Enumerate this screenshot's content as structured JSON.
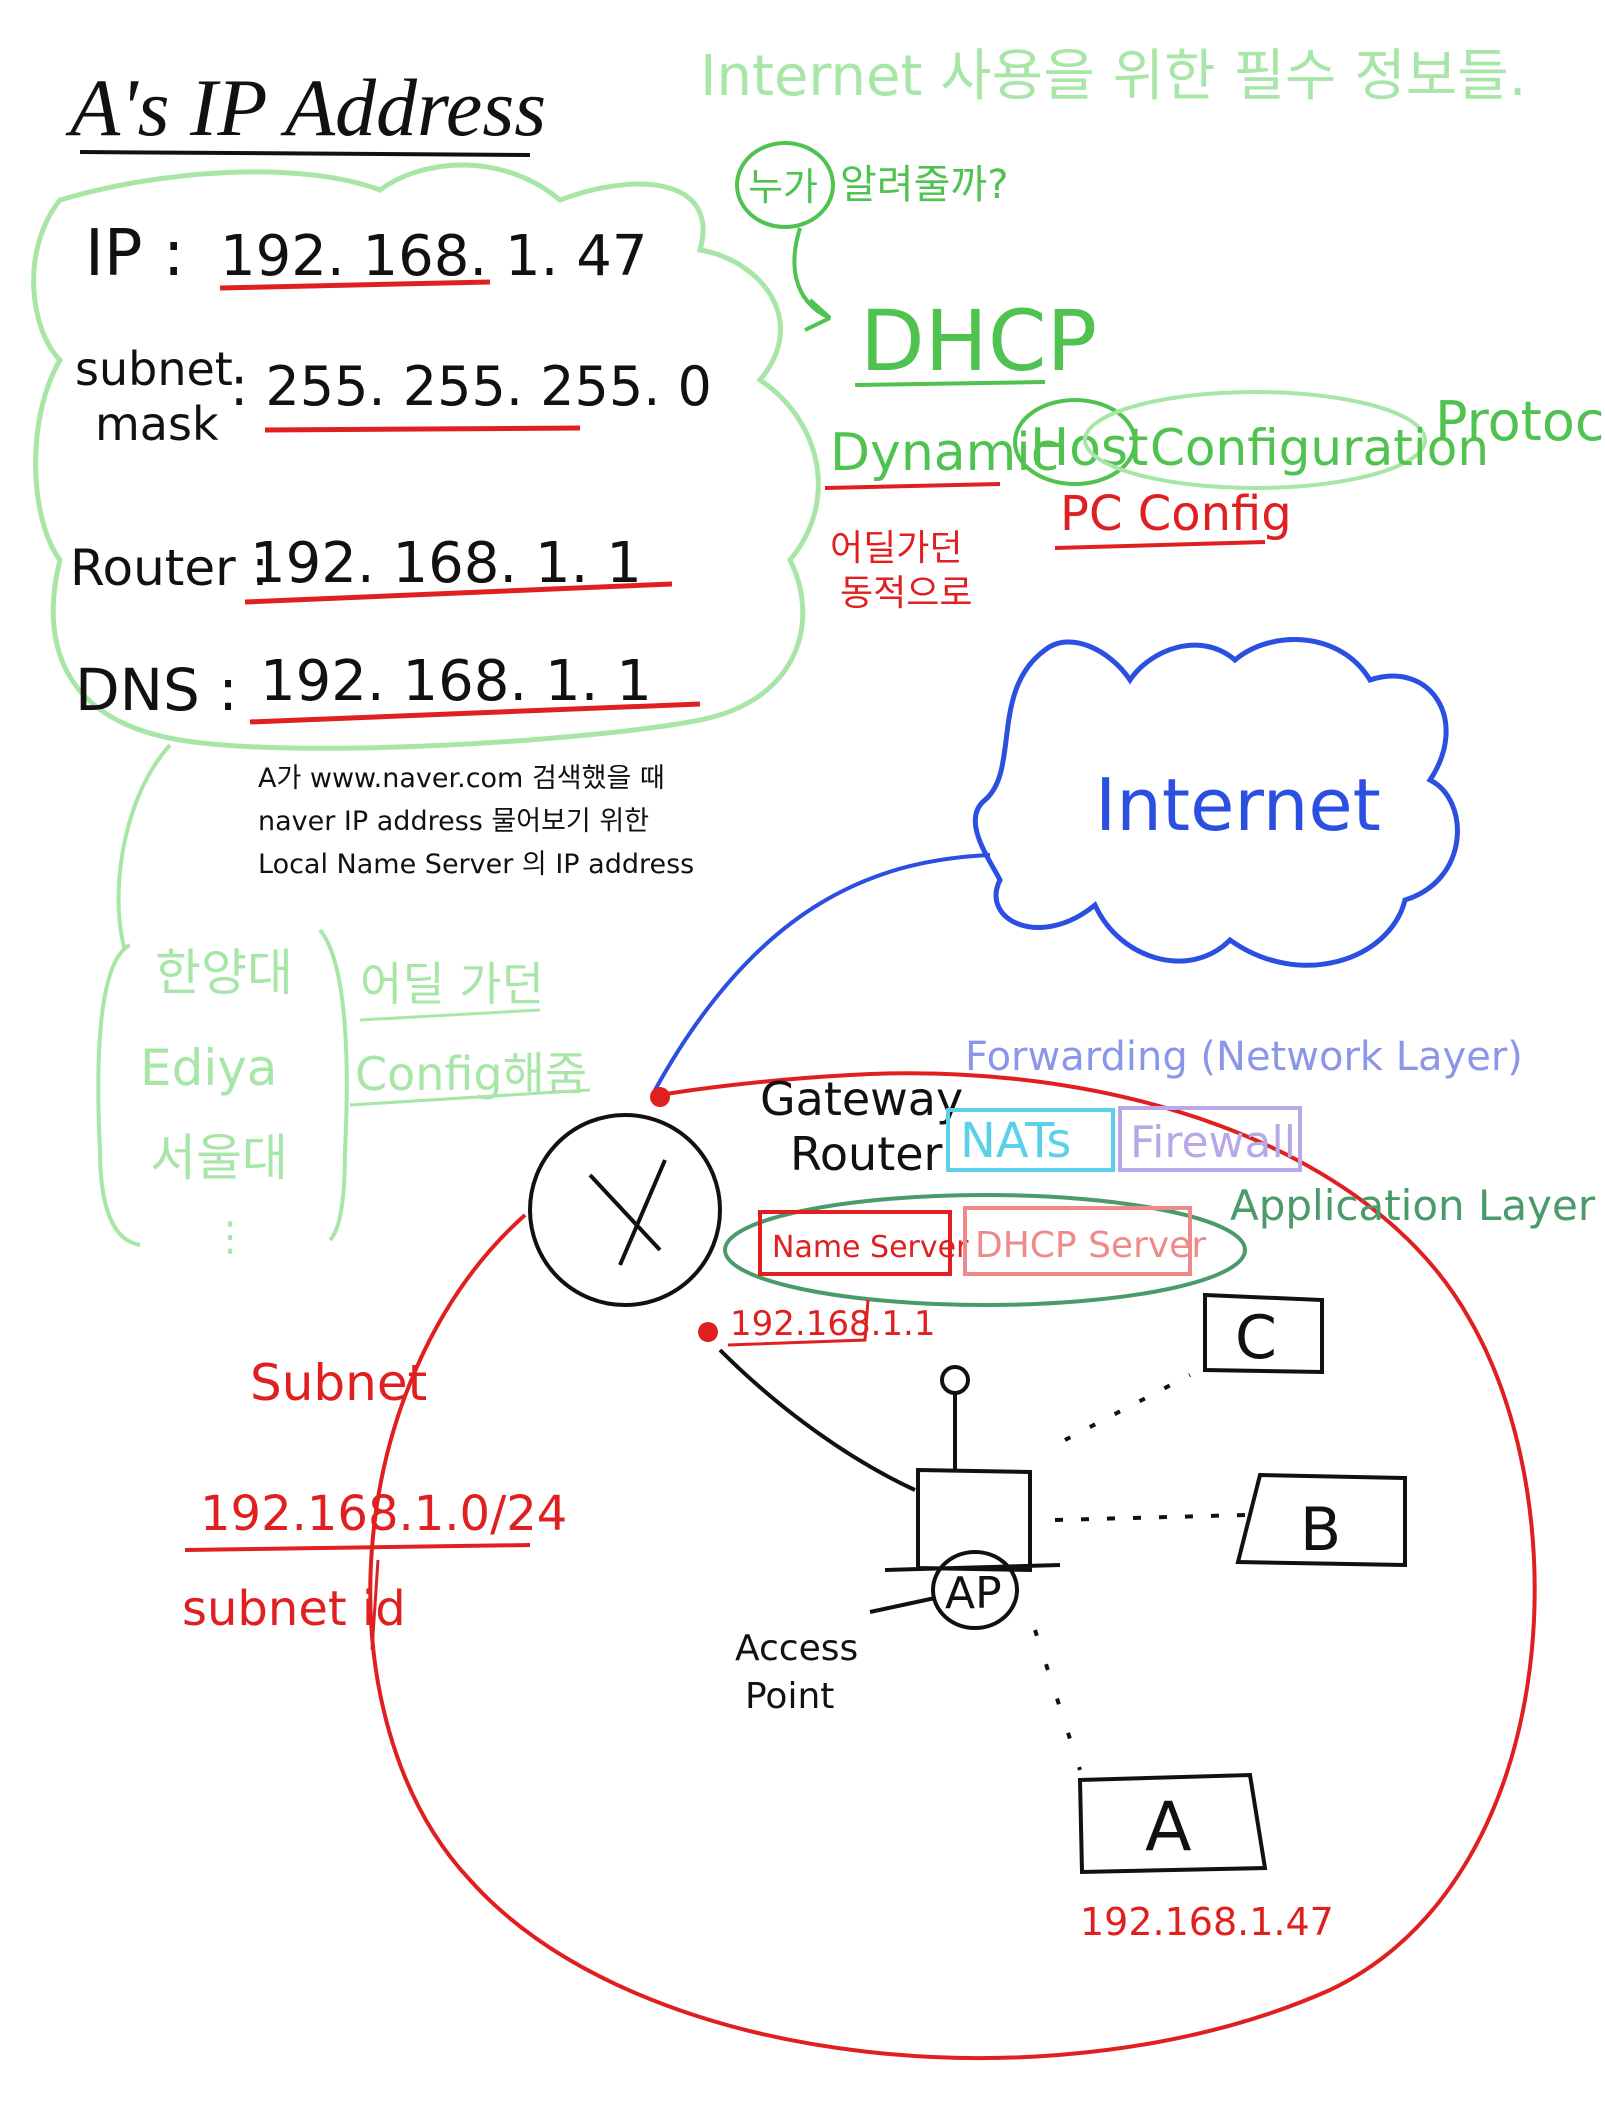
{
  "title": "A's IP Address",
  "config_box": {
    "ip_label": "IP :",
    "ip_value": "192. 168. 1. 47",
    "subnet_label_1": "subnet",
    "subnet_label_2": "mask",
    "subnet_value": ": 255. 255. 255. 0",
    "router_label": "Router :",
    "router_value": "192. 168. 1. 1",
    "dns_label": "DNS :",
    "dns_value": "192. 168. 1. 1"
  },
  "dns_note": [
    "A가 www.naver.com 검색했을 때",
    "naver IP address 물어보기 위한",
    "Local Name Server 의 IP address"
  ],
  "providers": {
    "list": [
      "한양대",
      "Ediya",
      "서울대",
      "⋮"
    ],
    "note_1": "어딜 가던",
    "note_2": "Config해줌"
  },
  "dhcp": {
    "heading": "Internet 사용을 위한 필수 정보들.",
    "question_circled": "누가",
    "question_rest": "알려줄까?",
    "acronym": "DHCP",
    "word_dynamic": "Dynamic",
    "word_host": "Host",
    "word_configuration": "Configuration",
    "word_protocol": "Protocol",
    "dynamic_note_1": "어딜가던",
    "dynamic_note_2": "동적으로",
    "host_note": "PC Config"
  },
  "internet": {
    "label": "Internet"
  },
  "gateway": {
    "label_1": "Gateway",
    "label_2": "Router",
    "forwarding": "Forwarding (Network Layer)",
    "nats": "NATs",
    "firewall": "Firewall",
    "application_layer": "Application Layer",
    "name_server": "Name Server",
    "dhcp_server": "DHCP Server",
    "router_ip": "192.168.1.1"
  },
  "subnet": {
    "label": "Subnet",
    "cidr": "192.168.1.0/24",
    "id_label": "subnet id"
  },
  "access_point": {
    "label": "AP",
    "caption_1": "Access",
    "caption_2": "Point"
  },
  "hosts": [
    {
      "name": "C"
    },
    {
      "name": "B"
    },
    {
      "name": "A",
      "ip": "192.168.1.47"
    }
  ],
  "colors": {
    "ink": "#111111",
    "red": "#e02020",
    "green": "#4fc24f",
    "light_green": "#a8e6a8",
    "blue": "#2b4fe0",
    "light_blue": "#8a96e8",
    "cyan": "#5cd0e8",
    "pink": "#ef8a8a",
    "lavender": "#b9a8e8",
    "teal_green": "#4a9a6a"
  }
}
